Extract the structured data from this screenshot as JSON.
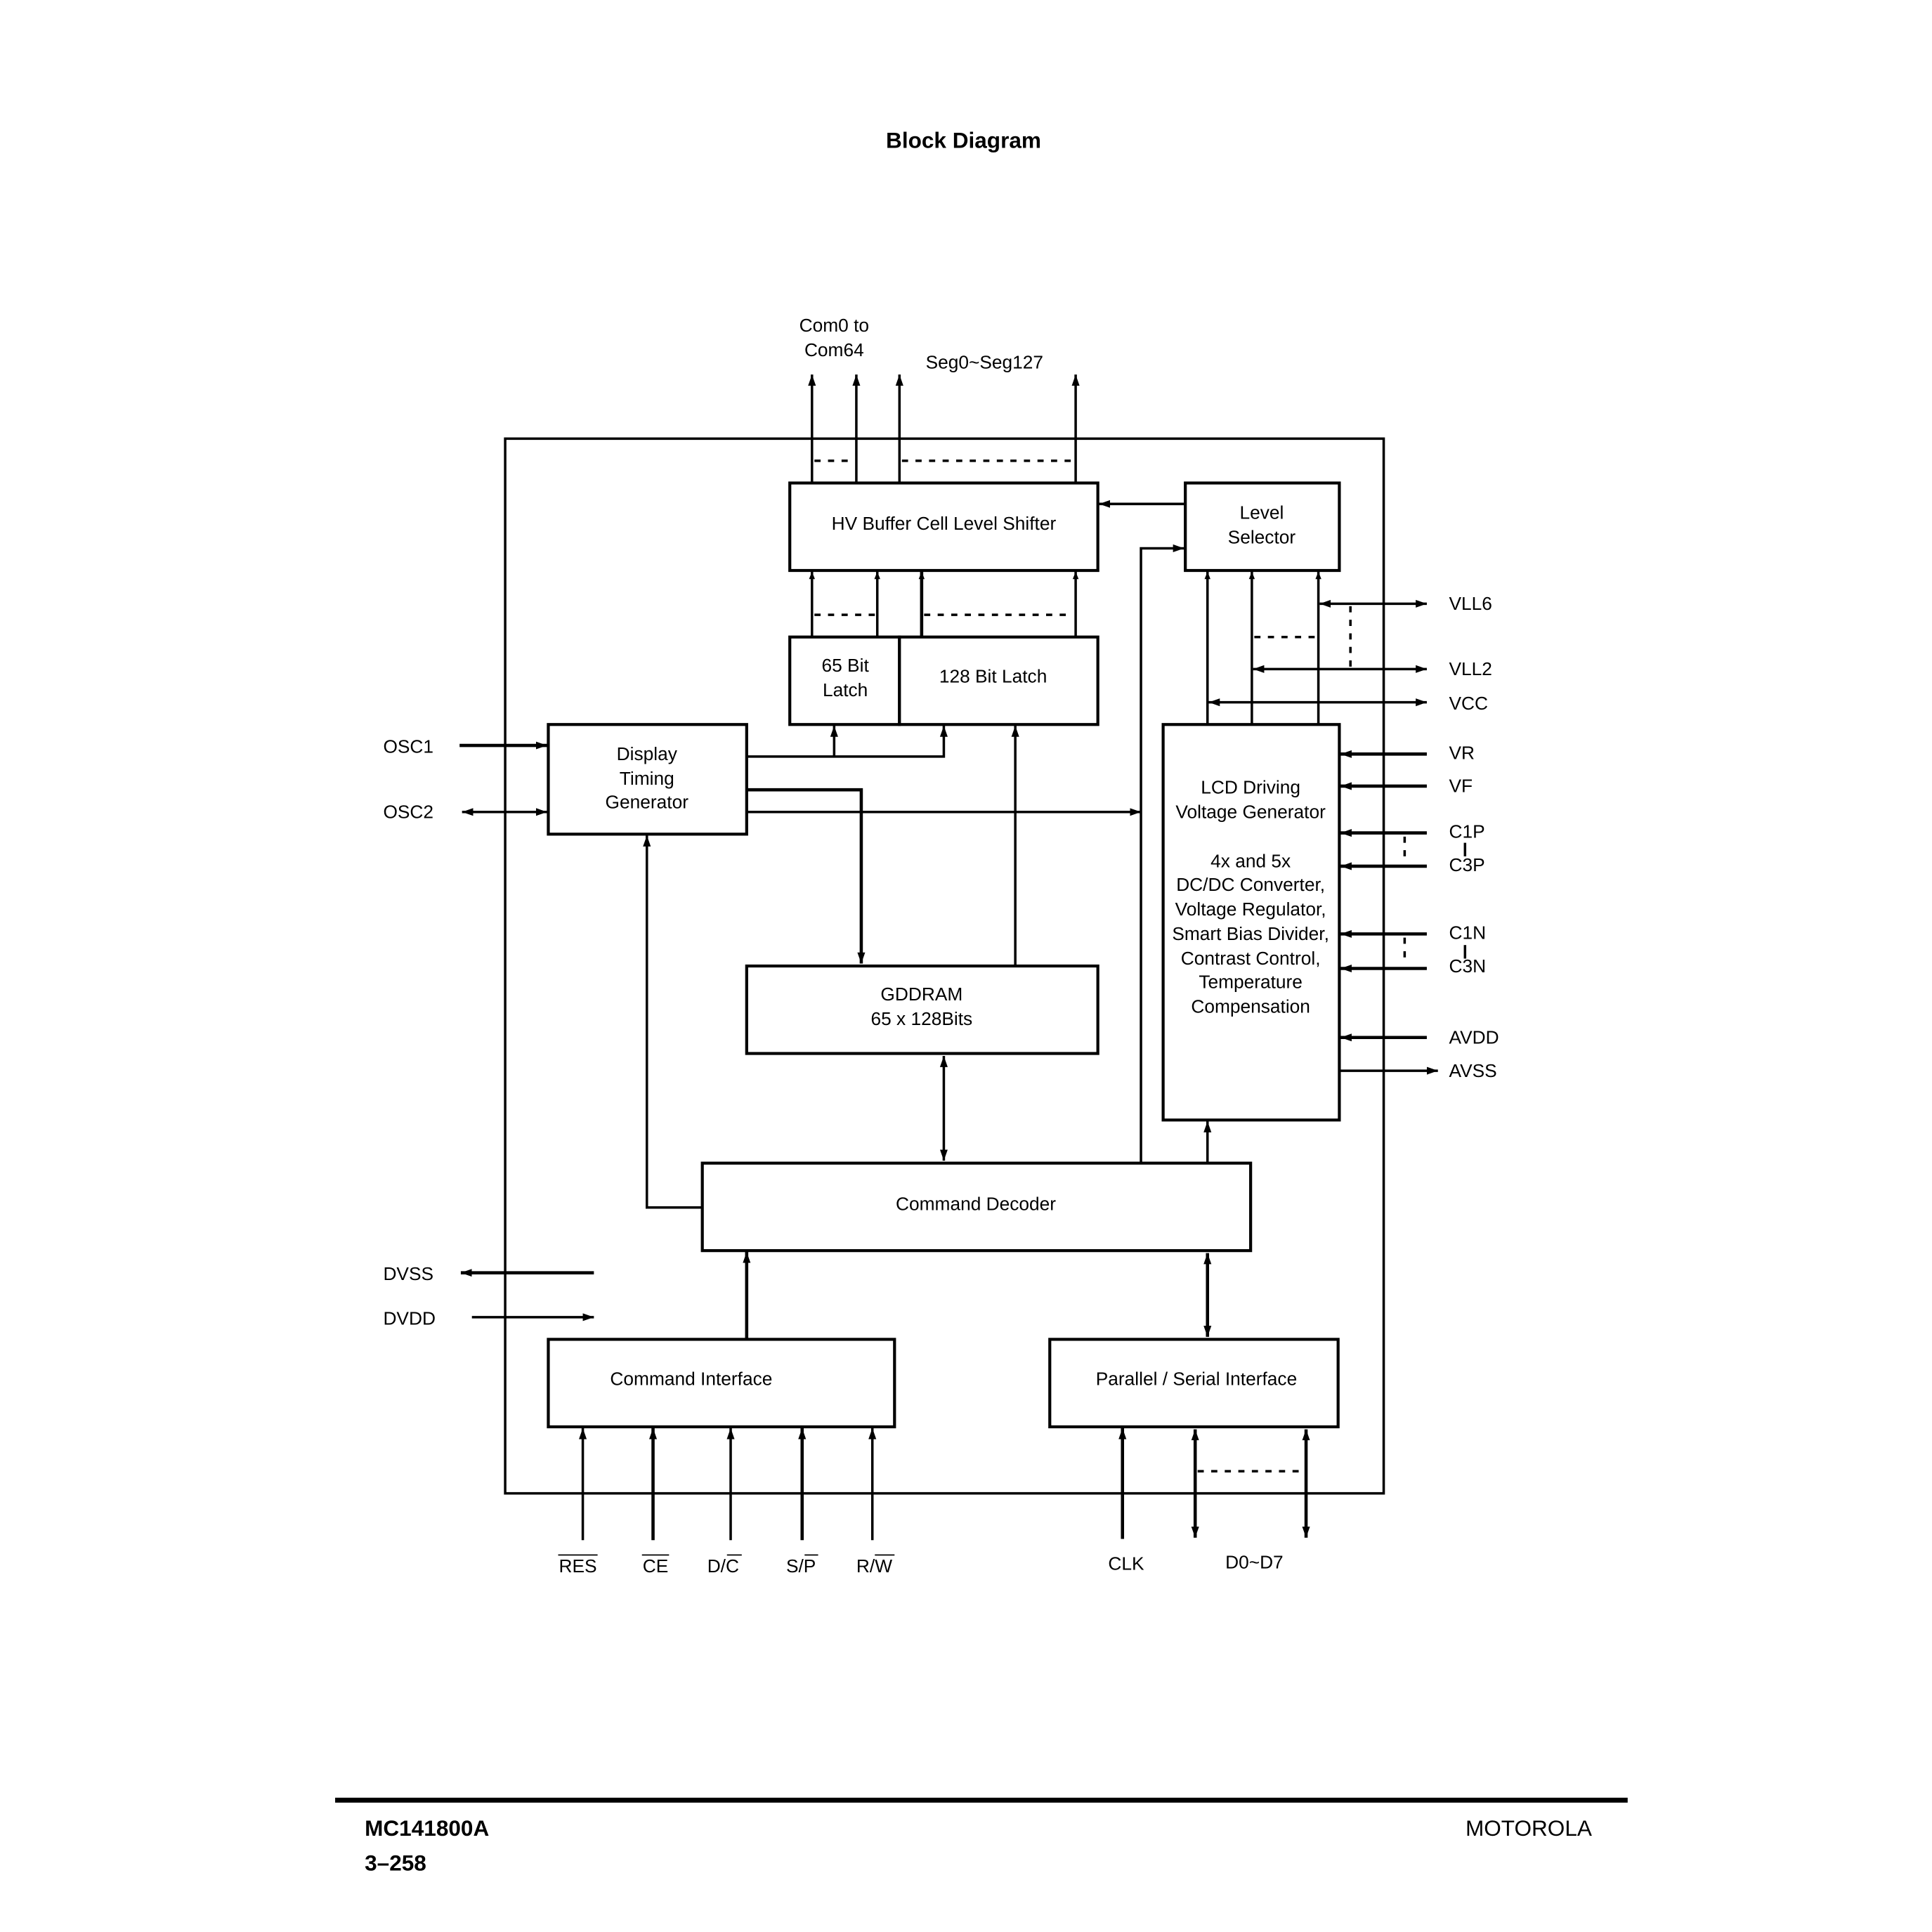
{
  "page": {
    "title": "Block Diagram",
    "footer": {
      "part_number": "MC141800A",
      "page_number": "3–258",
      "brand": "MOTOROLA"
    }
  },
  "blocks": {
    "hv_buffer": "HV Buffer Cell Level Shifter",
    "level_selector": [
      "Level",
      "Selector"
    ],
    "latch65": [
      "65 Bit",
      "Latch"
    ],
    "latch128": "128 Bit Latch",
    "display_timing": [
      "Display",
      "Timing",
      "Generator"
    ],
    "lcd_driving": [
      "LCD Driving",
      "Voltage Generator",
      "",
      "4x and 5x",
      "DC/DC Converter,",
      "Voltage Regulator,",
      "Smart Bias Divider,",
      "Contrast Control,",
      "Temperature",
      "Compensation"
    ],
    "gddram": [
      "GDDRAM",
      "65 x 128Bits"
    ],
    "command_decoder": "Command Decoder",
    "command_interface": "Command Interface",
    "parallel_serial": "Parallel / Serial Interface"
  },
  "pins": {
    "top": {
      "com": [
        "Com0 to",
        "Com64"
      ],
      "seg": "Seg0~Seg127"
    },
    "left": {
      "osc1": "OSC1",
      "osc2": "OSC2",
      "dvss": "DVSS",
      "dvdd": "DVDD"
    },
    "right": {
      "vll6": "VLL6",
      "vll2": "VLL2",
      "vcc": "VCC",
      "vr": "VR",
      "vf": "VF",
      "c1p": "C1P",
      "c3p": "C3P",
      "c1n": "C1N",
      "c3n": "C3N",
      "avdd": "AVDD",
      "avss": "AVSS"
    },
    "bottom": {
      "res": "RES",
      "ce": "CE",
      "dc_d": "D/",
      "dc_c": "C",
      "sp_s": "S/",
      "sp_p": "P",
      "rw_r": "R/",
      "rw_w": "W",
      "clk": "CLK",
      "data": "D0~D7"
    }
  }
}
